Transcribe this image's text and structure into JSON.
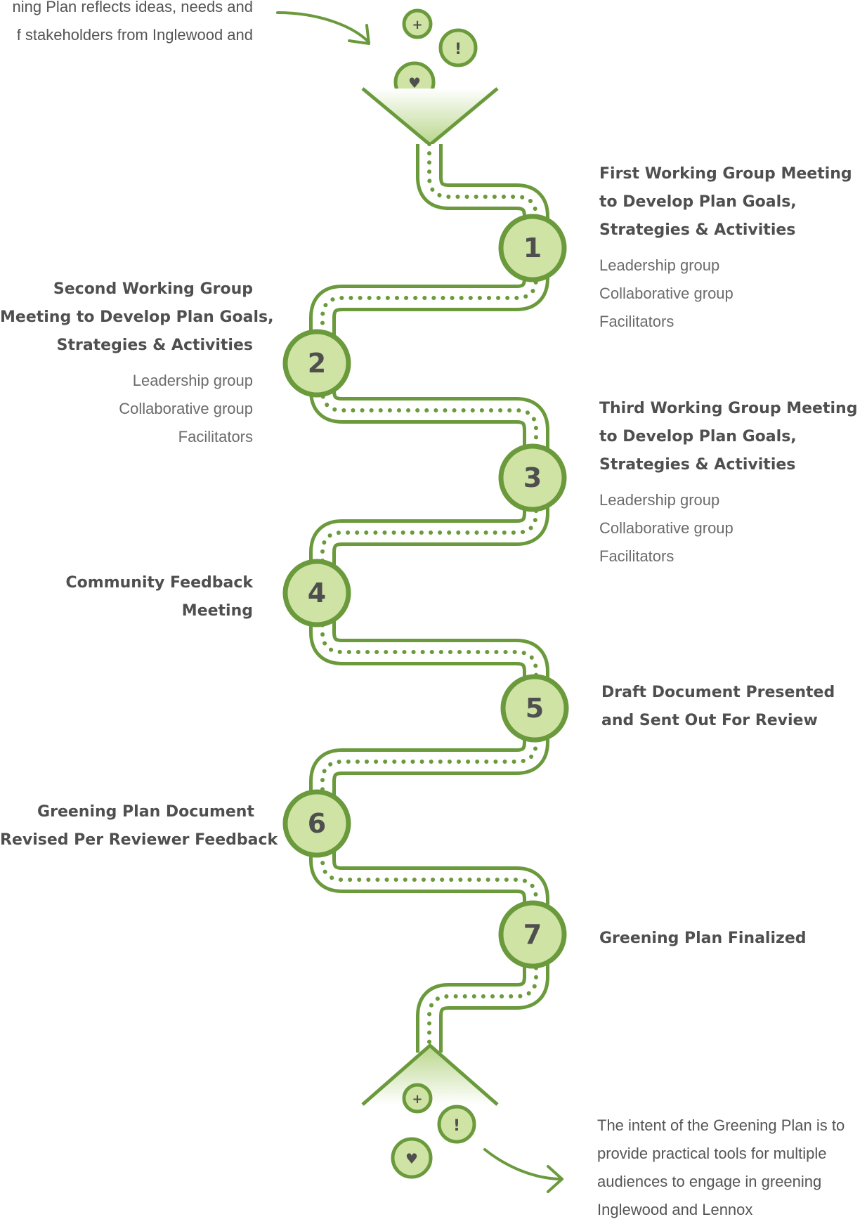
{
  "intro_text": {
    "line1": "ning Plan reflects ideas, needs and",
    "line2": "f stakeholders from Inglewood and"
  },
  "outro_text": {
    "lines": [
      "The intent of the Greening Plan is to",
      "provide practical tools for multiple",
      "audiences to engage in greening",
      "Inglewood and Lennox"
    ]
  },
  "funnel_icons": {
    "plus": "+",
    "exclaim": "!",
    "heart": "♥"
  },
  "steps": [
    {
      "number": "1",
      "title_lines": [
        "First Working Group Meeting",
        "to Develop Plan Goals,",
        "Strategies & Activities"
      ],
      "participants": [
        "Leadership group",
        "Collaborative group",
        "Facilitators"
      ]
    },
    {
      "number": "2",
      "title_lines": [
        "Second Working Group",
        "Meeting to Develop Plan Goals,",
        "Strategies & Activities"
      ],
      "participants": [
        "Leadership group",
        "Collaborative group",
        "Facilitators"
      ]
    },
    {
      "number": "3",
      "title_lines": [
        "Third Working Group Meeting",
        "to Develop Plan Goals,",
        "Strategies & Activities"
      ],
      "participants": [
        "Leadership group",
        "Collaborative group",
        "Facilitators"
      ]
    },
    {
      "number": "4",
      "title_lines": [
        "Community Feedback",
        "Meeting"
      ],
      "participants": []
    },
    {
      "number": "5",
      "title_lines": [
        "Draft Document Presented",
        "and Sent Out For Review"
      ],
      "participants": []
    },
    {
      "number": "6",
      "title_lines": [
        "Greening Plan Document",
        "Revised Per Reviewer Feedback"
      ],
      "participants": []
    },
    {
      "number": "7",
      "title_lines": [
        "Greening Plan Finalized"
      ],
      "participants": []
    }
  ],
  "colors": {
    "green_dark": "#6a9a3c",
    "green_light": "#cfe3a4",
    "green_mid": "#a9cc74",
    "text_title": "#4f4f4f",
    "text_body": "#555555"
  }
}
